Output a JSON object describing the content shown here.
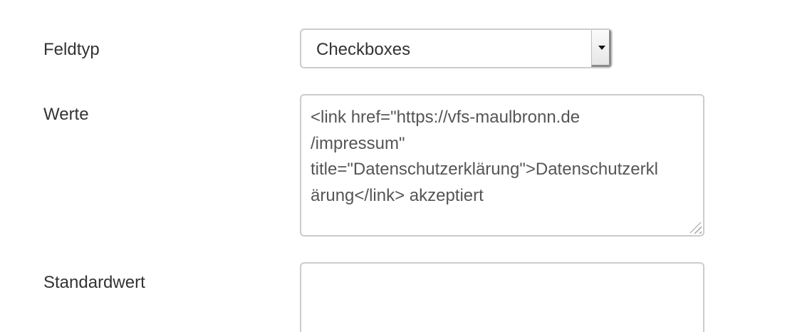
{
  "fields": {
    "feldtyp": {
      "label": "Feldtyp",
      "value": "Checkboxes"
    },
    "werte": {
      "label": "Werte",
      "value": "<link href=\"https://vfs-maulbronn.de\n/impressum\"\ntitle=\"Datenschutzerklärung\">Datenschutzerkl\närung</link> akzeptiert"
    },
    "standardwert": {
      "label": "Standardwert",
      "value": ""
    }
  },
  "icons": {
    "select_arrow": "chevron-down-icon",
    "resize_grip": "resize-grip-icon"
  },
  "colors": {
    "border": "#cccccc",
    "label_text": "#333333",
    "input_text": "#555555",
    "background": "#ffffff"
  }
}
